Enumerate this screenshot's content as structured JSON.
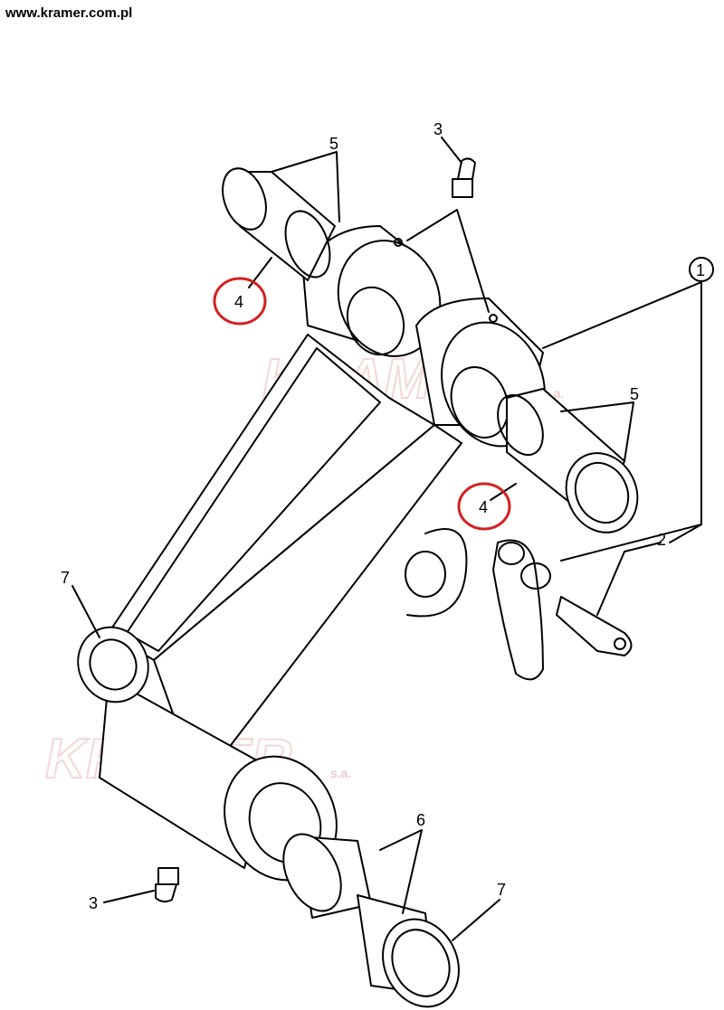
{
  "header": {
    "url": "www.kramer.com.pl"
  },
  "watermark": {
    "brand": "KRAMER",
    "suffix": "s.a."
  },
  "colors": {
    "highlight": "#d42020",
    "line": "#000000",
    "watermark": "#f4d7d7"
  },
  "callouts": [
    {
      "label": "5"
    },
    {
      "label": "3"
    },
    {
      "label": "1"
    },
    {
      "label": "4"
    },
    {
      "label": "5"
    },
    {
      "label": "4"
    },
    {
      "label": "2"
    },
    {
      "label": "7"
    },
    {
      "label": "6"
    },
    {
      "label": "3"
    },
    {
      "label": "7"
    }
  ]
}
